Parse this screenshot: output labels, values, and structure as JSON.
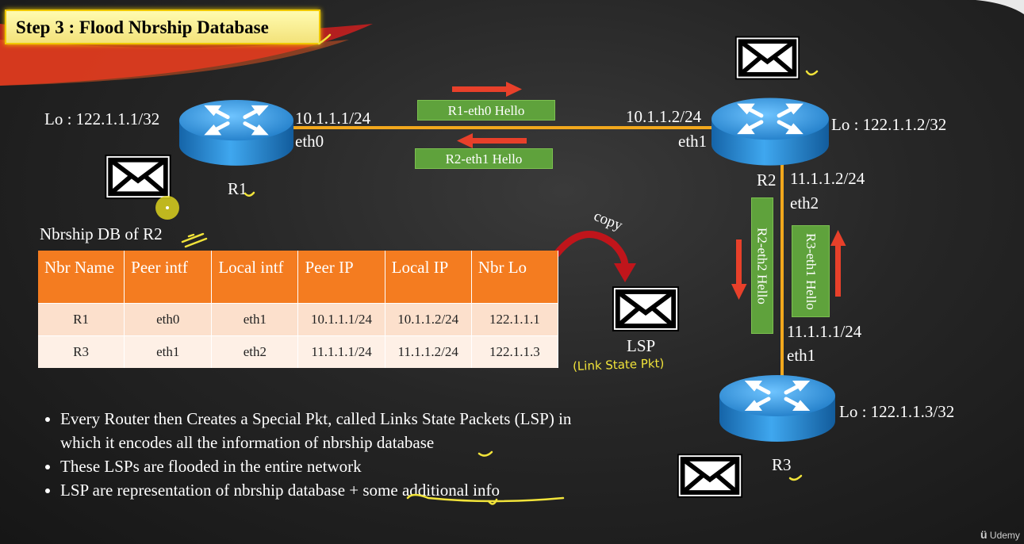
{
  "slide": {
    "title": "Step 3 : Flood Nbrship Database",
    "watermark": "Udemy"
  },
  "routers": {
    "r1": {
      "name": "R1",
      "loopback": "Lo : 122.1.1.1/32",
      "eth0_ip": "10.1.1.1/24",
      "eth0_label": "eth0"
    },
    "r2": {
      "name": "R2",
      "loopback": "Lo : 122.1.1.2/32",
      "eth1_ip": "10.1.1.2/24",
      "eth1_label": "eth1",
      "eth2_ip": "11.1.1.2/24",
      "eth2_label": "eth2"
    },
    "r3": {
      "name": "R3",
      "loopback": "Lo : 122.1.1.3/32",
      "eth1_ip": "11.1.1.1/24",
      "eth1_label": "eth1"
    }
  },
  "hellos": {
    "r1_eth0": "R1-eth0 Hello",
    "r2_eth1": "R2-eth1 Hello",
    "r2_eth2": "R2-eth2 Hello",
    "r3_eth1": "R3-eth1 Hello"
  },
  "lsp": {
    "copy_label": "copy",
    "label": "LSP",
    "handwritten_note": "(Link State Pkt)"
  },
  "table": {
    "caption": "Nbrship DB of R2",
    "headers": [
      "Nbr Name",
      "Peer intf",
      "Local intf",
      "Peer IP",
      "Local IP",
      "Nbr Lo"
    ],
    "rows": [
      [
        "R1",
        "eth0",
        "eth1",
        "10.1.1.1/24",
        "10.1.1.2/24",
        "122.1.1.1"
      ],
      [
        "R3",
        "eth1",
        "eth2",
        "11.1.1.1/24",
        "11.1.1.2/24",
        "122.1.1.3"
      ]
    ]
  },
  "bullets": {
    "b1_part1": "Every Router then Creates a Special Pkt, called Links State Packets (LSP) in",
    "b1_part2": "which it encodes all the information of nbrship database",
    "b2": "These LSPs are flooded in the entire network",
    "b3": "LSP are representation of nbrship database + some additional info"
  },
  "colors": {
    "link": "#f2a81d",
    "hello_label": "#5fa23c",
    "arrow": "#e8402a",
    "table_header": "#f47c20",
    "annotation": "#f1e33a",
    "router": "#2a8fd6"
  },
  "icons": [
    "router-icon",
    "envelope-icon",
    "curved-arrow-icon",
    "udemy-logo"
  ]
}
